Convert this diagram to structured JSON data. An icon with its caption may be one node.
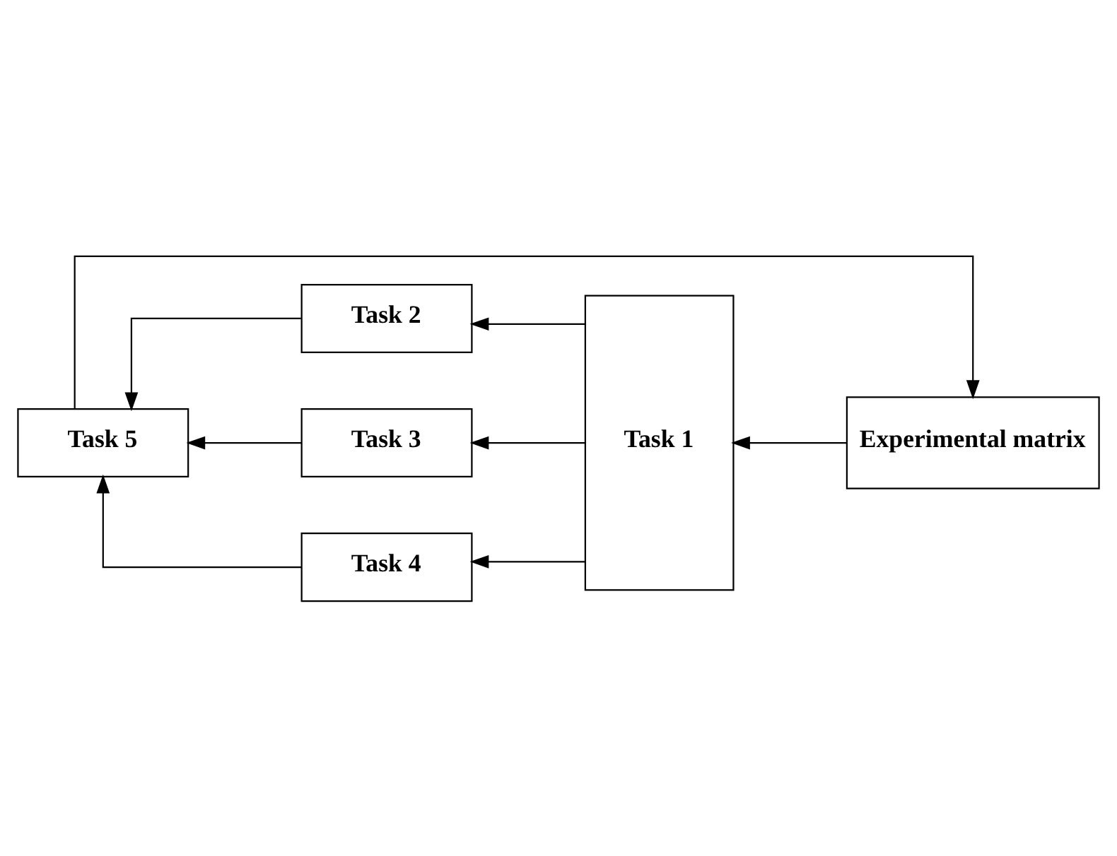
{
  "diagram": {
    "nodes": [
      {
        "text": [
          "Experimental matrix"
        ]
      },
      {
        "text": [
          "Task 1"
        ]
      },
      {
        "text": [
          "Task 2"
        ]
      },
      {
        "text": [
          "Task 3"
        ]
      },
      {
        "text": [
          "Task 4"
        ]
      },
      {
        "text": [
          "Task 5"
        ]
      }
    ],
    "edges": [
      {
        "from": 0,
        "to": 1,
        "arrow": "to"
      },
      {
        "from": 1,
        "to": 2,
        "arrow": "to"
      },
      {
        "from": 1,
        "to": 3,
        "arrow": "to"
      },
      {
        "from": 1,
        "to": 4,
        "arrow": "to"
      },
      {
        "from": 2,
        "to": 5,
        "arrow": "to"
      },
      {
        "from": 3,
        "to": 5,
        "arrow": "to"
      },
      {
        "from": 4,
        "to": 5,
        "arrow": "to"
      },
      {
        "from": 5,
        "to": 0,
        "arrow": "to"
      }
    ]
  }
}
